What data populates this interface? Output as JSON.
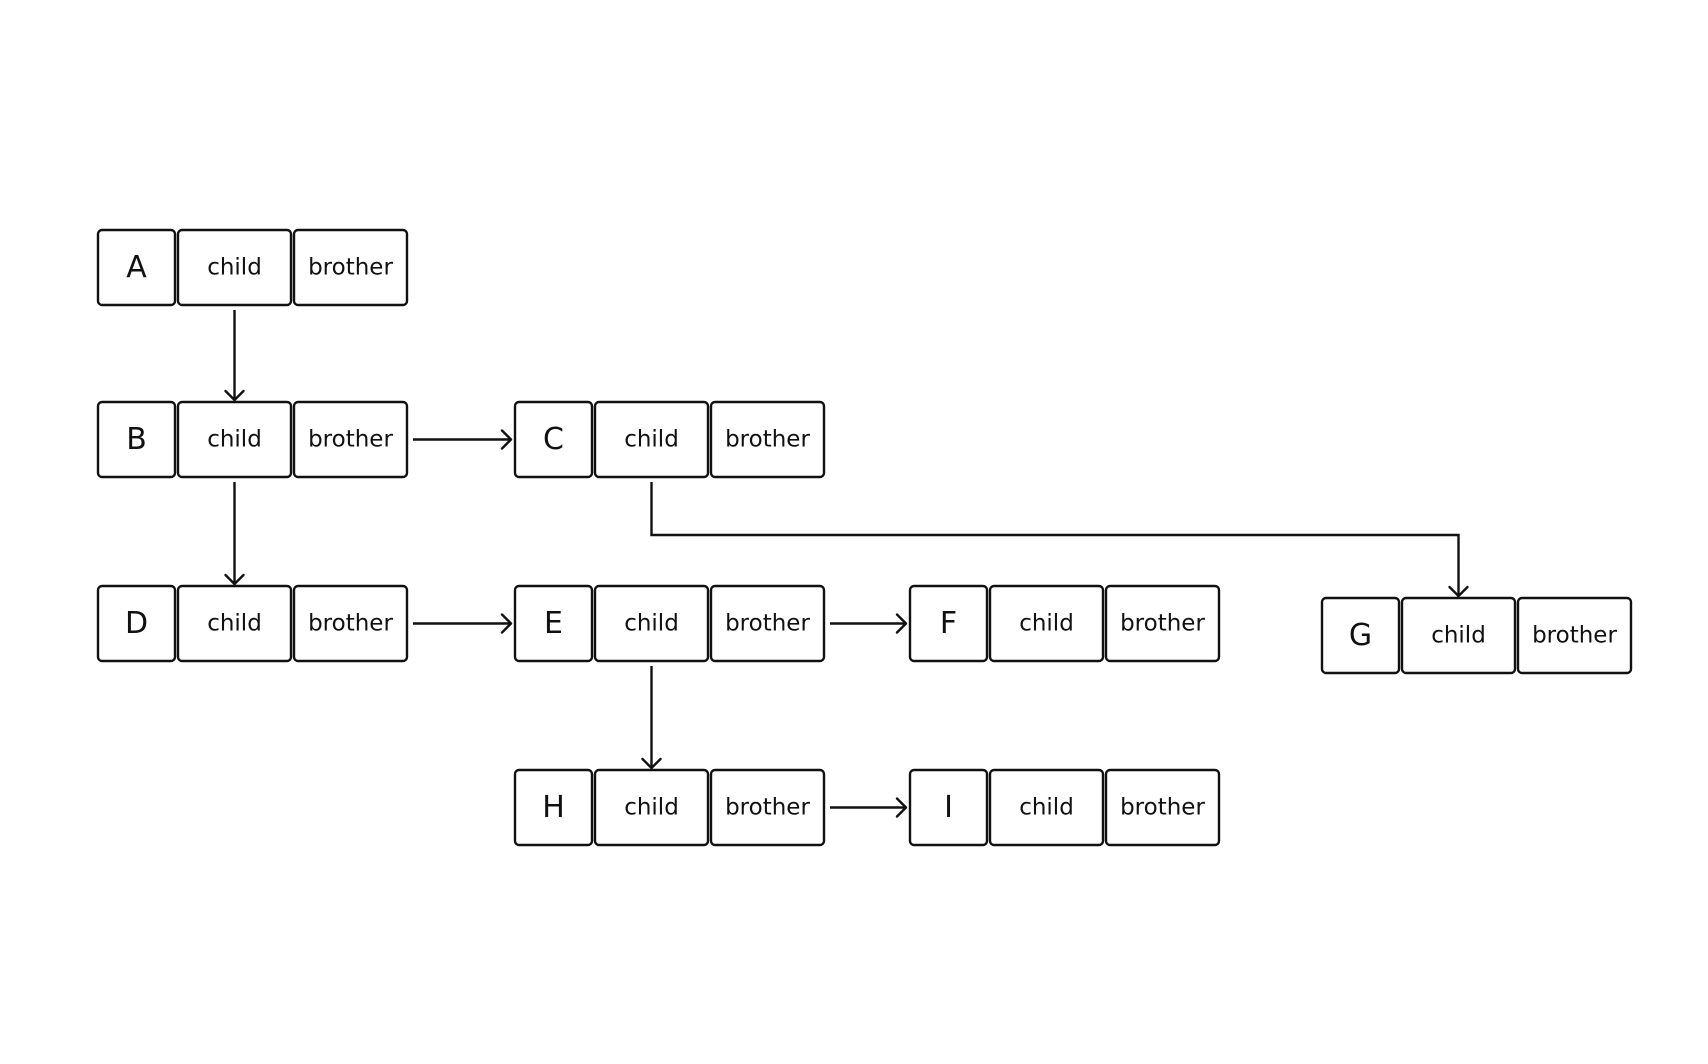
{
  "diagram": {
    "nodes": [
      {
        "id": "A",
        "name": "A",
        "child_label": "child",
        "brother_label": "brother"
      },
      {
        "id": "B",
        "name": "B",
        "child_label": "child",
        "brother_label": "brother"
      },
      {
        "id": "C",
        "name": "C",
        "child_label": "child",
        "brother_label": "brother"
      },
      {
        "id": "D",
        "name": "D",
        "child_label": "child",
        "brother_label": "brother"
      },
      {
        "id": "E",
        "name": "E",
        "child_label": "child",
        "brother_label": "brother"
      },
      {
        "id": "F",
        "name": "F",
        "child_label": "child",
        "brother_label": "brother"
      },
      {
        "id": "G",
        "name": "G",
        "child_label": "child",
        "brother_label": "brother"
      },
      {
        "id": "H",
        "name": "H",
        "child_label": "child",
        "brother_label": "brother"
      },
      {
        "id": "I",
        "name": "I",
        "child_label": "child",
        "brother_label": "brother"
      }
    ],
    "edges": [
      {
        "from": "A",
        "to": "B",
        "via": "child"
      },
      {
        "from": "B",
        "to": "D",
        "via": "child"
      },
      {
        "from": "B",
        "to": "C",
        "via": "brother"
      },
      {
        "from": "C",
        "to": "G",
        "via": "child"
      },
      {
        "from": "D",
        "to": "E",
        "via": "brother"
      },
      {
        "from": "E",
        "to": "F",
        "via": "brother"
      },
      {
        "from": "E",
        "to": "H",
        "via": "child"
      },
      {
        "from": "H",
        "to": "I",
        "via": "brother"
      }
    ],
    "colors": {
      "stroke": "#111111",
      "fill": "#ffffff",
      "text": "#111111",
      "background": "#ffffff"
    }
  }
}
